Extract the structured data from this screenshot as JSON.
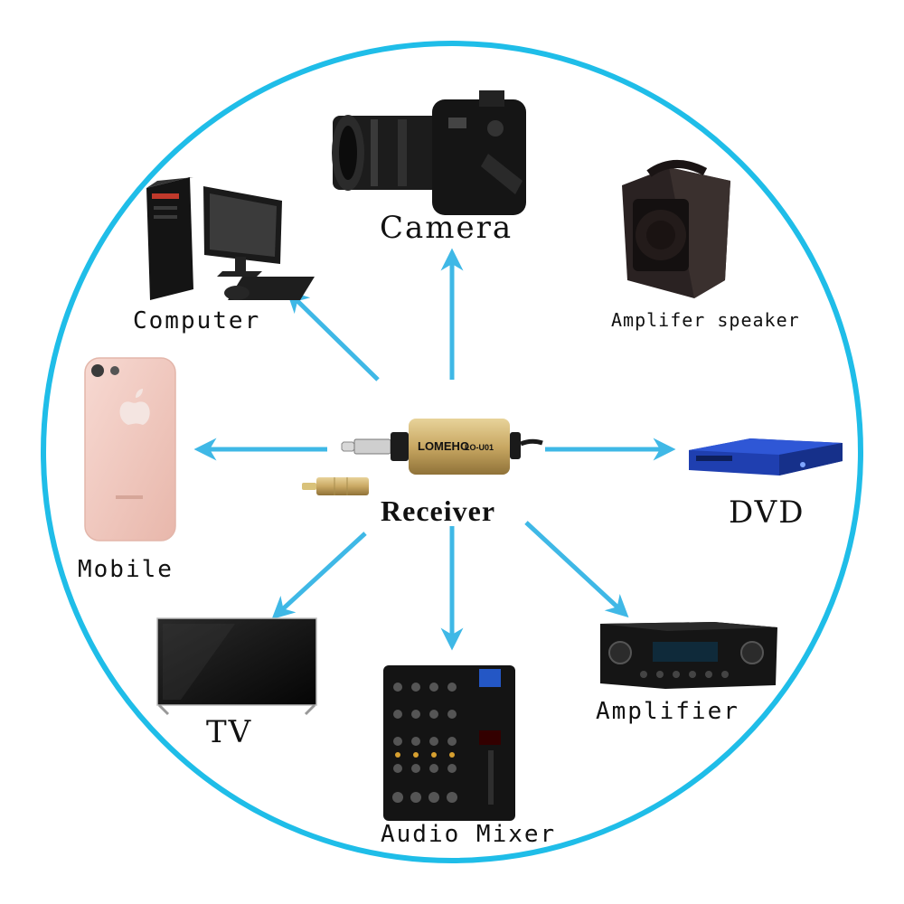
{
  "center": {
    "label": "Receiver",
    "brand": "LOMEHO",
    "model": "LO-U01"
  },
  "devices": {
    "camera": "Camera",
    "computer": "Computer",
    "amp_speaker": "Amplifer speaker",
    "mobile": "Mobile",
    "dvd": "DVD",
    "tv": "TV",
    "mixer": "Audio Mixer",
    "amplifier": "Amplifier"
  },
  "colors": {
    "ring": "#1fbde8",
    "arrow": "#3fb8e6",
    "gold": "#c9a863"
  }
}
